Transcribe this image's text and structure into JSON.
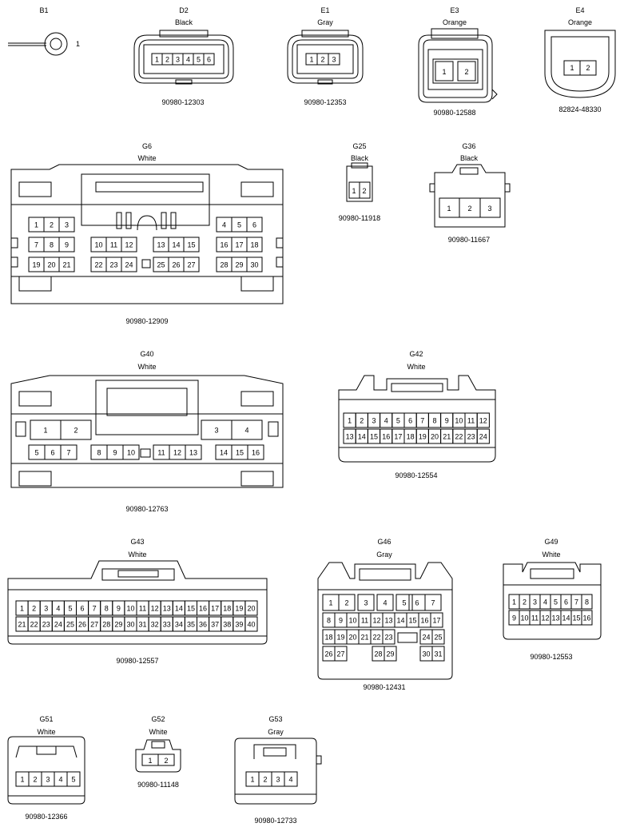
{
  "connectors": {
    "B1": {
      "code": "B1",
      "color": "",
      "part": "",
      "pin": "1"
    },
    "D2": {
      "code": "D2",
      "color": "Black",
      "part": "90980-12303",
      "pins": [
        "1",
        "2",
        "3",
        "4",
        "5",
        "6"
      ]
    },
    "E1": {
      "code": "E1",
      "color": "Gray",
      "part": "90980-12353",
      "pins": [
        "1",
        "2",
        "3"
      ]
    },
    "E3": {
      "code": "E3",
      "color": "Orange",
      "part": "90980-12588",
      "pins": [
        "1",
        "2"
      ]
    },
    "E4": {
      "code": "E4",
      "color": "Orange",
      "part": "82824-48330",
      "pins": [
        "1",
        "2"
      ]
    },
    "G6": {
      "code": "G6",
      "color": "White",
      "part": "90980-12909",
      "pins": [
        "1",
        "2",
        "3",
        "4",
        "5",
        "6",
        "7",
        "8",
        "9",
        "10",
        "11",
        "12",
        "13",
        "14",
        "15",
        "16",
        "17",
        "18",
        "19",
        "20",
        "21",
        "22",
        "23",
        "24",
        "25",
        "26",
        "27",
        "28",
        "29",
        "30"
      ]
    },
    "G25": {
      "code": "G25",
      "color": "Black",
      "part": "90980-11918",
      "pins": [
        "1",
        "2"
      ]
    },
    "G36": {
      "code": "G36",
      "color": "Black",
      "part": "90980-11667",
      "pins": [
        "1",
        "2",
        "3"
      ]
    },
    "G40": {
      "code": "G40",
      "color": "White",
      "part": "90980-12763",
      "pins": [
        "1",
        "2",
        "3",
        "4",
        "5",
        "6",
        "7",
        "8",
        "9",
        "10",
        "11",
        "12",
        "13",
        "14",
        "15",
        "16"
      ]
    },
    "G42": {
      "code": "G42",
      "color": "White",
      "part": "90980-12554",
      "pins": [
        "1",
        "2",
        "3",
        "4",
        "5",
        "6",
        "7",
        "8",
        "9",
        "10",
        "11",
        "12",
        "13",
        "14",
        "15",
        "16",
        "17",
        "18",
        "19",
        "20",
        "21",
        "22",
        "23",
        "24"
      ]
    },
    "G43": {
      "code": "G43",
      "color": "White",
      "part": "90980-12557",
      "pins": [
        "1",
        "2",
        "3",
        "4",
        "5",
        "6",
        "7",
        "8",
        "9",
        "10",
        "11",
        "12",
        "13",
        "14",
        "15",
        "16",
        "17",
        "18",
        "19",
        "20",
        "21",
        "22",
        "23",
        "24",
        "25",
        "26",
        "27",
        "28",
        "29",
        "30",
        "31",
        "32",
        "33",
        "34",
        "35",
        "36",
        "37",
        "38",
        "39",
        "40"
      ]
    },
    "G46": {
      "code": "G46",
      "color": "Gray",
      "part": "90980-12431",
      "pins": [
        "1",
        "2",
        "3",
        "4",
        "5",
        "6",
        "7",
        "8",
        "9",
        "10",
        "11",
        "12",
        "13",
        "14",
        "15",
        "16",
        "17",
        "18",
        "19",
        "20",
        "21",
        "22",
        "23",
        "24",
        "25",
        "26",
        "27",
        "28",
        "29",
        "30",
        "31"
      ]
    },
    "G49": {
      "code": "G49",
      "color": "White",
      "part": "90980-12553",
      "pins": [
        "1",
        "2",
        "3",
        "4",
        "5",
        "6",
        "7",
        "8",
        "9",
        "10",
        "11",
        "12",
        "13",
        "14",
        "15",
        "16"
      ]
    },
    "G51": {
      "code": "G51",
      "color": "White",
      "part": "90980-12366",
      "pins": [
        "1",
        "2",
        "3",
        "4",
        "5"
      ]
    },
    "G52": {
      "code": "G52",
      "color": "White",
      "part": "90980-11148",
      "pins": [
        "1",
        "2"
      ]
    },
    "G53": {
      "code": "G53",
      "color": "Gray",
      "part": "90980-12733",
      "pins": [
        "1",
        "2",
        "3",
        "4"
      ]
    }
  }
}
